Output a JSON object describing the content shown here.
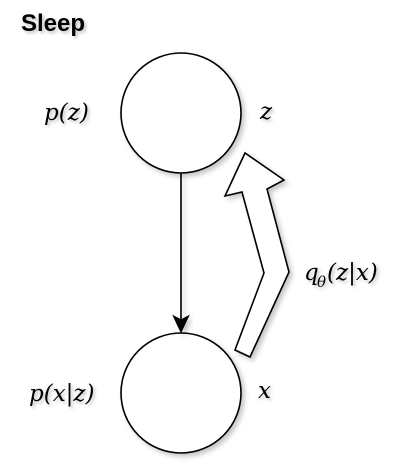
{
  "diagram": {
    "title": "Sleep",
    "nodes": {
      "top": {
        "left_label": "p(z)",
        "right_label": "z"
      },
      "bottom": {
        "left_label": "p(x|z)",
        "right_label": "x"
      }
    },
    "edges": {
      "inference": {
        "label_main": "q",
        "label_sub": "θ",
        "label_rest": "(z|x)"
      }
    }
  }
}
